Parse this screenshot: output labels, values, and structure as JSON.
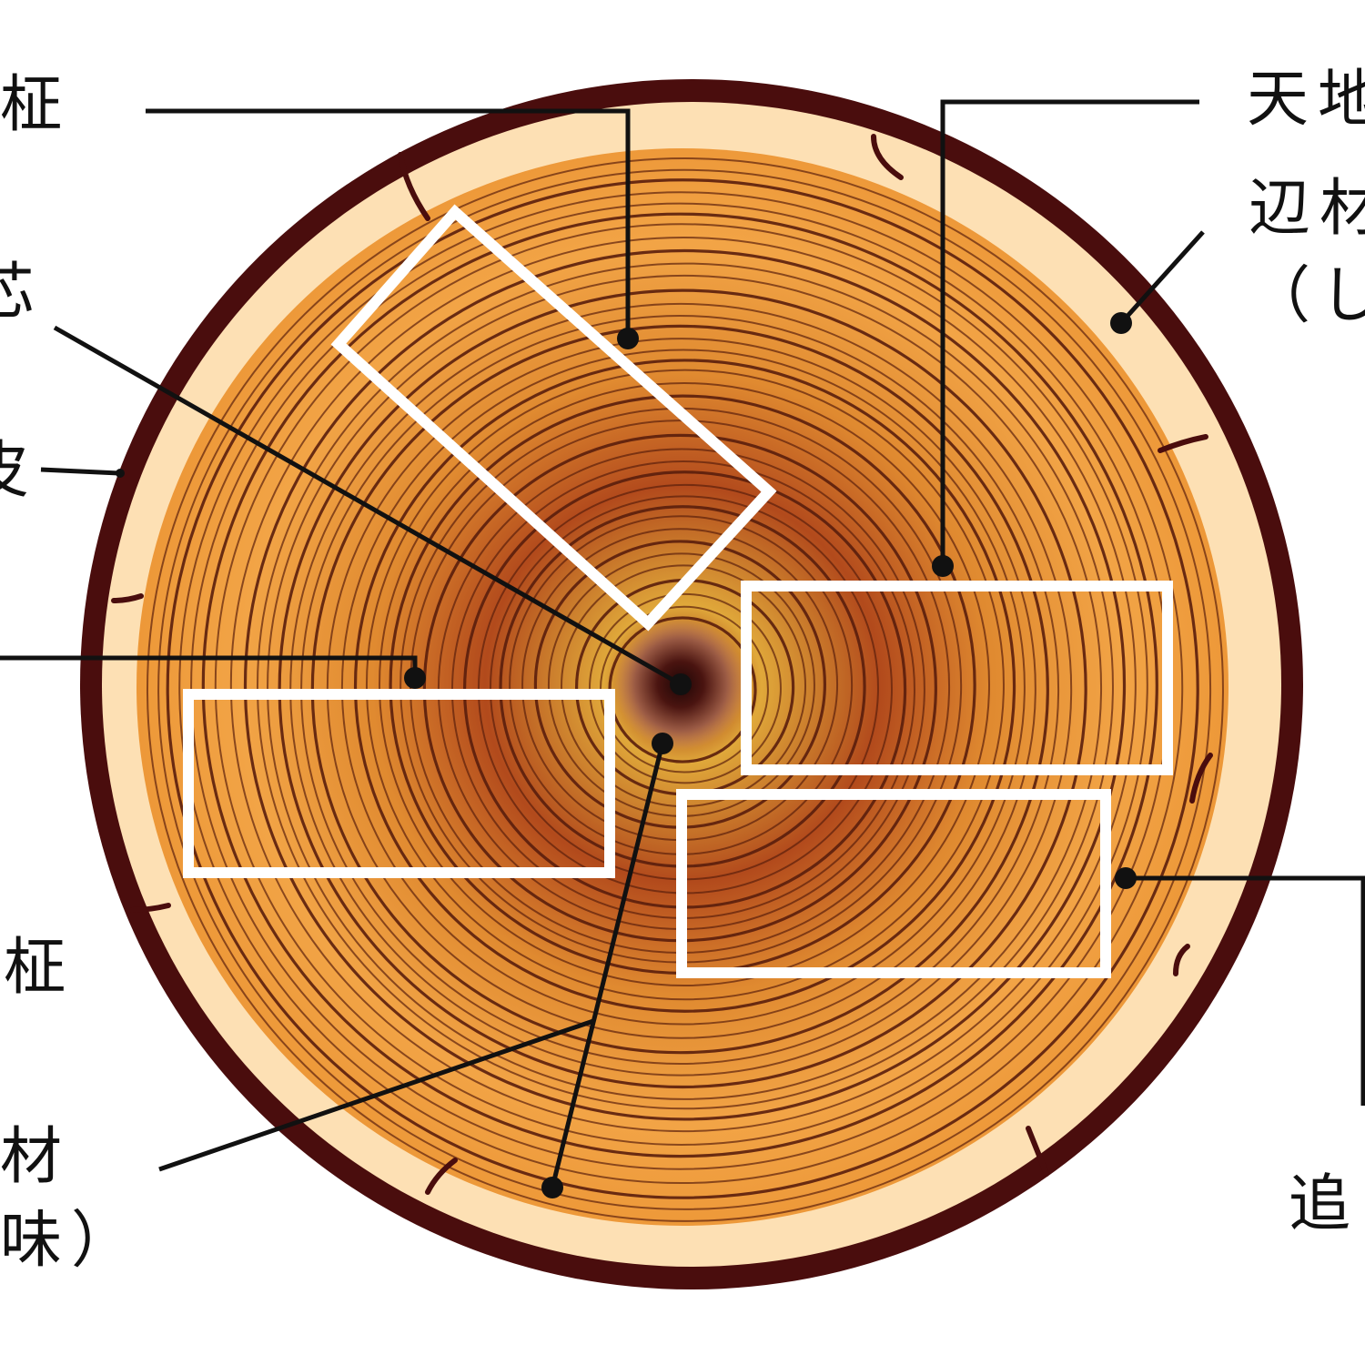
{
  "diagram": {
    "colors": {
      "background": "#ffffff",
      "bark": "#4a0d0d",
      "sapwood": "#fde0b4",
      "heartwood_light": "#f0a23c",
      "heartwood_dark": "#8e2a0e",
      "ring_line": "#5a1e0c",
      "board_outline": "#ffffff",
      "leader_line": "#111111"
    },
    "labels": {
      "masame_top": "柾",
      "zui": "芯",
      "kawa": "皮",
      "itame_left": "柾",
      "shinzai_line1": "材",
      "shinzai_line2": "味）",
      "tenchi": "天地",
      "hen_line1": "辺材",
      "hen_line2": "（し",
      "oimasa": "追"
    },
    "icons": [
      "log-cross-section",
      "board-cut-outline",
      "leader-dot"
    ]
  }
}
